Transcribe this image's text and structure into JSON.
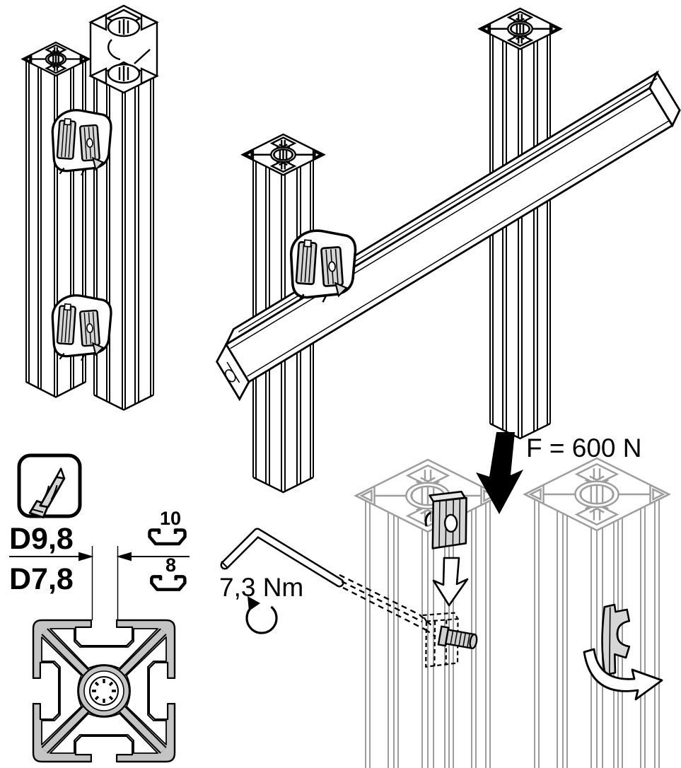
{
  "figure": {
    "kind": "profile-fastening-assembly-instruction",
    "panels": [
      {
        "name": "profile-stack",
        "content": "two extrusion profiles joined with two clip fasteners"
      },
      {
        "name": "cross-beam-assembly",
        "content": "square beam fastened diagonally across two vertical profiles"
      },
      {
        "name": "drilling-spec",
        "content": "drill diameters per slot size with profile cross-section"
      },
      {
        "name": "fastening-steps",
        "content": "hex key tightening, fastener insertion, clamp rotation"
      }
    ]
  },
  "labels": {
    "force": "F = 600 N",
    "torque": "7,3 Nm",
    "drill_dia_slot10": "D9,8",
    "drill_dia_slot8": "D7,8",
    "slot_size_10": "10",
    "slot_size_8": "8"
  },
  "icons": [
    {
      "name": "drill-bit-icon",
      "meaning": "drilling required"
    },
    {
      "name": "torque-rotation-icon",
      "meaning": "tighten clockwise"
    },
    {
      "name": "force-arrow-icon",
      "meaning": "load applied downward"
    },
    {
      "name": "insertion-arrow-icon",
      "meaning": "insert fastener into slot"
    },
    {
      "name": "rotation-arrow-icon",
      "meaning": "rotate retainer into slot"
    },
    {
      "name": "hex-key-icon",
      "meaning": "allen key tool"
    },
    {
      "name": "slot-10-symbol",
      "meaning": "T-slot size 10 profile"
    },
    {
      "name": "slot-8-symbol",
      "meaning": "T-slot size 8 profile"
    }
  ],
  "colors": {
    "ink": "#000000",
    "muted_line": "#9d9d9d",
    "metal_fill": "#d6d6d6",
    "wall_fill": "#c4c4c4",
    "paper": "#ffffff"
  }
}
